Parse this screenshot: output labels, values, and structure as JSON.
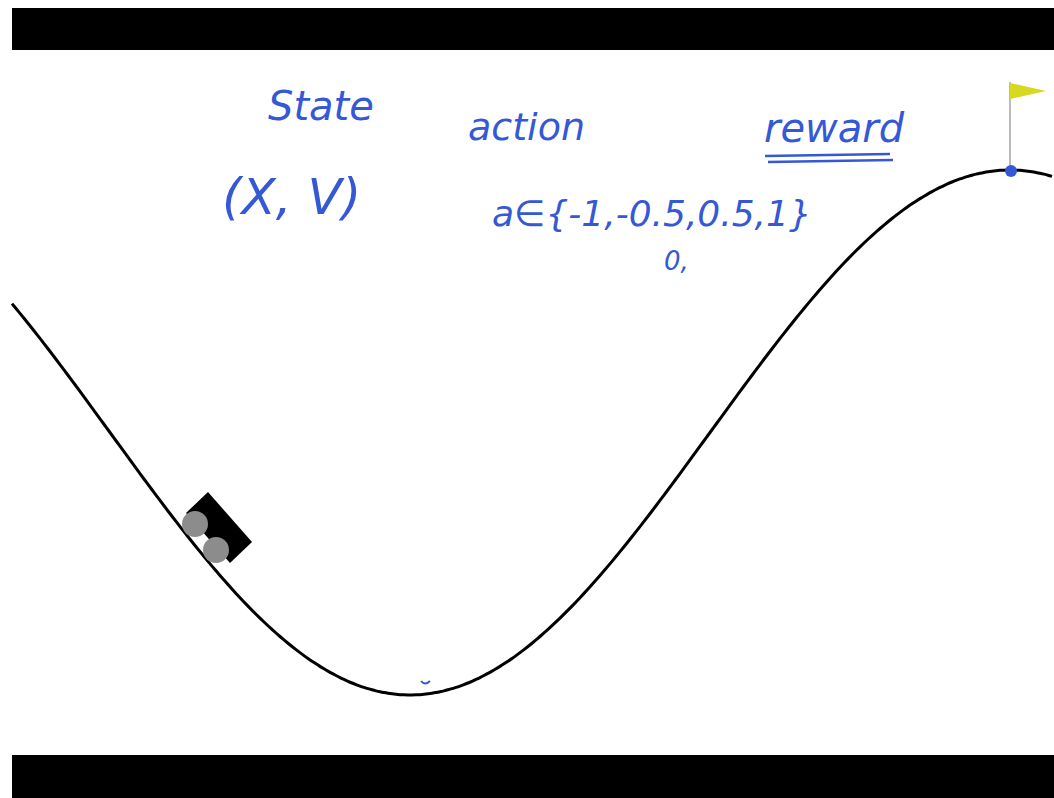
{
  "diagram": {
    "labels": [
      "State",
      "(X, V)",
      "action",
      "a∈{-1,-0.5,0.5,1}",
      "0,",
      "reward"
    ]
  }
}
